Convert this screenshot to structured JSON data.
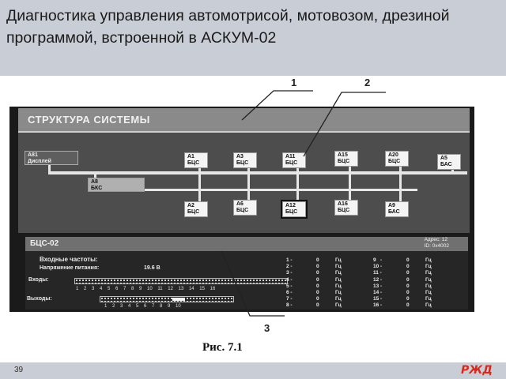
{
  "slide": {
    "title": "Диагностика управления автомотрисой, мотовозом, дрезиной программой, встроенной в АСКУМ-02",
    "page_number": "39",
    "logo_text": "РЖД"
  },
  "callouts": [
    "1",
    "2",
    "3"
  ],
  "figure": {
    "caption": "Рис. 7.1",
    "system_structure": {
      "title": "СТРУКТУРА СИСТЕМЫ",
      "nodes": {
        "a81": [
          "A81",
          "Дисплей"
        ],
        "a8": [
          "A8",
          "БКС"
        ],
        "a1": [
          "A1",
          "БЦС"
        ],
        "a3": [
          "A3",
          "БЦС"
        ],
        "a11": [
          "A11",
          "БЦС"
        ],
        "a15": [
          "A15",
          "БЦС"
        ],
        "a20": [
          "A20",
          "БЦС"
        ],
        "a5": [
          "A5",
          "БАС"
        ],
        "a2": [
          "A2",
          "БЦС"
        ],
        "a6": [
          "A6",
          "БЦС"
        ],
        "a12": [
          "A12",
          "БЦС"
        ],
        "a16": [
          "A16",
          "БЦС"
        ],
        "a9": [
          "A9",
          "БАС"
        ]
      }
    },
    "bcs_panel": {
      "title": "БЦС-02",
      "address": "Адрес: 12",
      "id": "ID: 0x4002",
      "input_freq_label": "Входные частоты:",
      "supply_voltage_label": "Напряжение питания:",
      "supply_voltage_value": "19.6 В",
      "inputs_label": "Входы:",
      "outputs_label": "Выходы:",
      "inputs_scale": "1 2 3 4 5 6 7 8 9 10 11 12 13 14 15 16",
      "outputs_scale": "1 2 3 4 5 6 7 8 9 10",
      "freq_col1": "1 -\n2 -\n3 -\n4 -\n5 -\n6 -\n7 -\n8 -",
      "freq_val1": "0\n0\n0\n0\n0\n0\n0\n0",
      "freq_unit1": "Гц\nГц\nГц\nГц\nГц\nГц\nГц\nГц",
      "freq_col2": "9   -\n10 -\n11 -\n12 -\n13 -\n14 -\n15 -\n16 -",
      "freq_val2": "0\n0\n0\n0\n0\n0\n0\n0",
      "freq_unit2": "Гц\nГц\nГц\nГц\nГц\nГц\nГц\nГц"
    }
  }
}
